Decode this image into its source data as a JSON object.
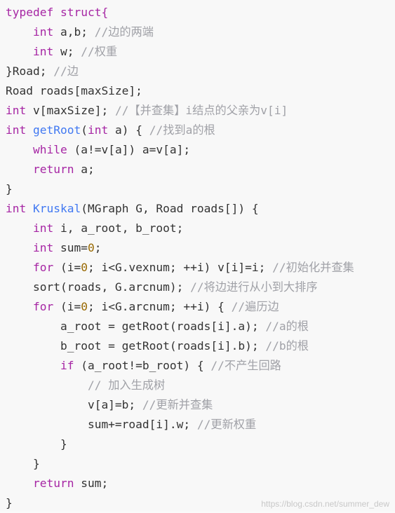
{
  "code_lines": [
    [
      {
        "t": "typedef struct{",
        "c": "kw"
      }
    ],
    [
      {
        "t": "    "
      },
      {
        "t": "int",
        "c": "ty"
      },
      {
        "t": " a,b; "
      },
      {
        "t": "//边的两端",
        "c": "cm"
      }
    ],
    [
      {
        "t": "    "
      },
      {
        "t": "int",
        "c": "ty"
      },
      {
        "t": " w; "
      },
      {
        "t": "//权重",
        "c": "cm"
      }
    ],
    [
      {
        "t": "}Road; "
      },
      {
        "t": "//边",
        "c": "cm"
      }
    ],
    [
      {
        "t": "Road roads[maxSize];"
      }
    ],
    [
      {
        "t": "int",
        "c": "ty"
      },
      {
        "t": " v[maxSize]; "
      },
      {
        "t": "//【并查集】i结点的父亲为v[i]",
        "c": "cm"
      }
    ],
    [
      {
        "t": "int",
        "c": "ty"
      },
      {
        "t": " "
      },
      {
        "t": "getRoot",
        "c": "fn"
      },
      {
        "t": "("
      },
      {
        "t": "int",
        "c": "ty"
      },
      {
        "t": " a) { "
      },
      {
        "t": "//找到a的根",
        "c": "cm"
      }
    ],
    [
      {
        "t": "    "
      },
      {
        "t": "while",
        "c": "kw"
      },
      {
        "t": " (a!=v[a]) a=v[a];"
      }
    ],
    [
      {
        "t": "    "
      },
      {
        "t": "return",
        "c": "kw"
      },
      {
        "t": " a;"
      }
    ],
    [
      {
        "t": "}"
      }
    ],
    [
      {
        "t": "int",
        "c": "ty"
      },
      {
        "t": " "
      },
      {
        "t": "Kruskal",
        "c": "fn"
      },
      {
        "t": "(MGraph G, Road roads[]) {"
      }
    ],
    [
      {
        "t": "    "
      },
      {
        "t": "int",
        "c": "ty"
      },
      {
        "t": " i, a_root, b_root;"
      }
    ],
    [
      {
        "t": "    "
      },
      {
        "t": "int",
        "c": "ty"
      },
      {
        "t": " sum="
      },
      {
        "t": "0",
        "c": "num"
      },
      {
        "t": ";"
      }
    ],
    [
      {
        "t": "    "
      },
      {
        "t": "for",
        "c": "kw"
      },
      {
        "t": " (i="
      },
      {
        "t": "0",
        "c": "num"
      },
      {
        "t": "; i<G.vexnum; ++i) v[i]=i; "
      },
      {
        "t": "//初始化并查集",
        "c": "cm"
      }
    ],
    [
      {
        "t": "    sort(roads, G.arcnum); "
      },
      {
        "t": "//将边进行从小到大排序",
        "c": "cm"
      }
    ],
    [
      {
        "t": "    "
      },
      {
        "t": "for",
        "c": "kw"
      },
      {
        "t": " (i="
      },
      {
        "t": "0",
        "c": "num"
      },
      {
        "t": "; i<G.arcnum; ++i) { "
      },
      {
        "t": "//遍历边",
        "c": "cm"
      }
    ],
    [
      {
        "t": "        a_root = getRoot(roads[i].a); "
      },
      {
        "t": "//a的根",
        "c": "cm"
      }
    ],
    [
      {
        "t": "        b_root = getRoot(roads[i].b); "
      },
      {
        "t": "//b的根",
        "c": "cm"
      }
    ],
    [
      {
        "t": "        "
      },
      {
        "t": "if",
        "c": "kw"
      },
      {
        "t": " (a_root!=b_root) { "
      },
      {
        "t": "//不产生回路",
        "c": "cm"
      }
    ],
    [
      {
        "t": "            "
      },
      {
        "t": "// 加入生成树",
        "c": "cm"
      }
    ],
    [
      {
        "t": "            v[a]=b; "
      },
      {
        "t": "//更新并查集",
        "c": "cm"
      }
    ],
    [
      {
        "t": "            sum+=road[i].w; "
      },
      {
        "t": "//更新权重",
        "c": "cm"
      }
    ],
    [
      {
        "t": "        }"
      }
    ],
    [
      {
        "t": "    }"
      }
    ],
    [
      {
        "t": "    "
      },
      {
        "t": "return",
        "c": "kw"
      },
      {
        "t": " sum;"
      }
    ],
    [
      {
        "t": "}"
      }
    ]
  ],
  "watermark": "https://blog.csdn.net/summer_dew",
  "colors": {
    "background": "#f8f8f8",
    "keyword": "#a626a4",
    "function": "#4078f2",
    "number": "#986801",
    "comment": "#a0a1a7",
    "text": "#333333"
  }
}
